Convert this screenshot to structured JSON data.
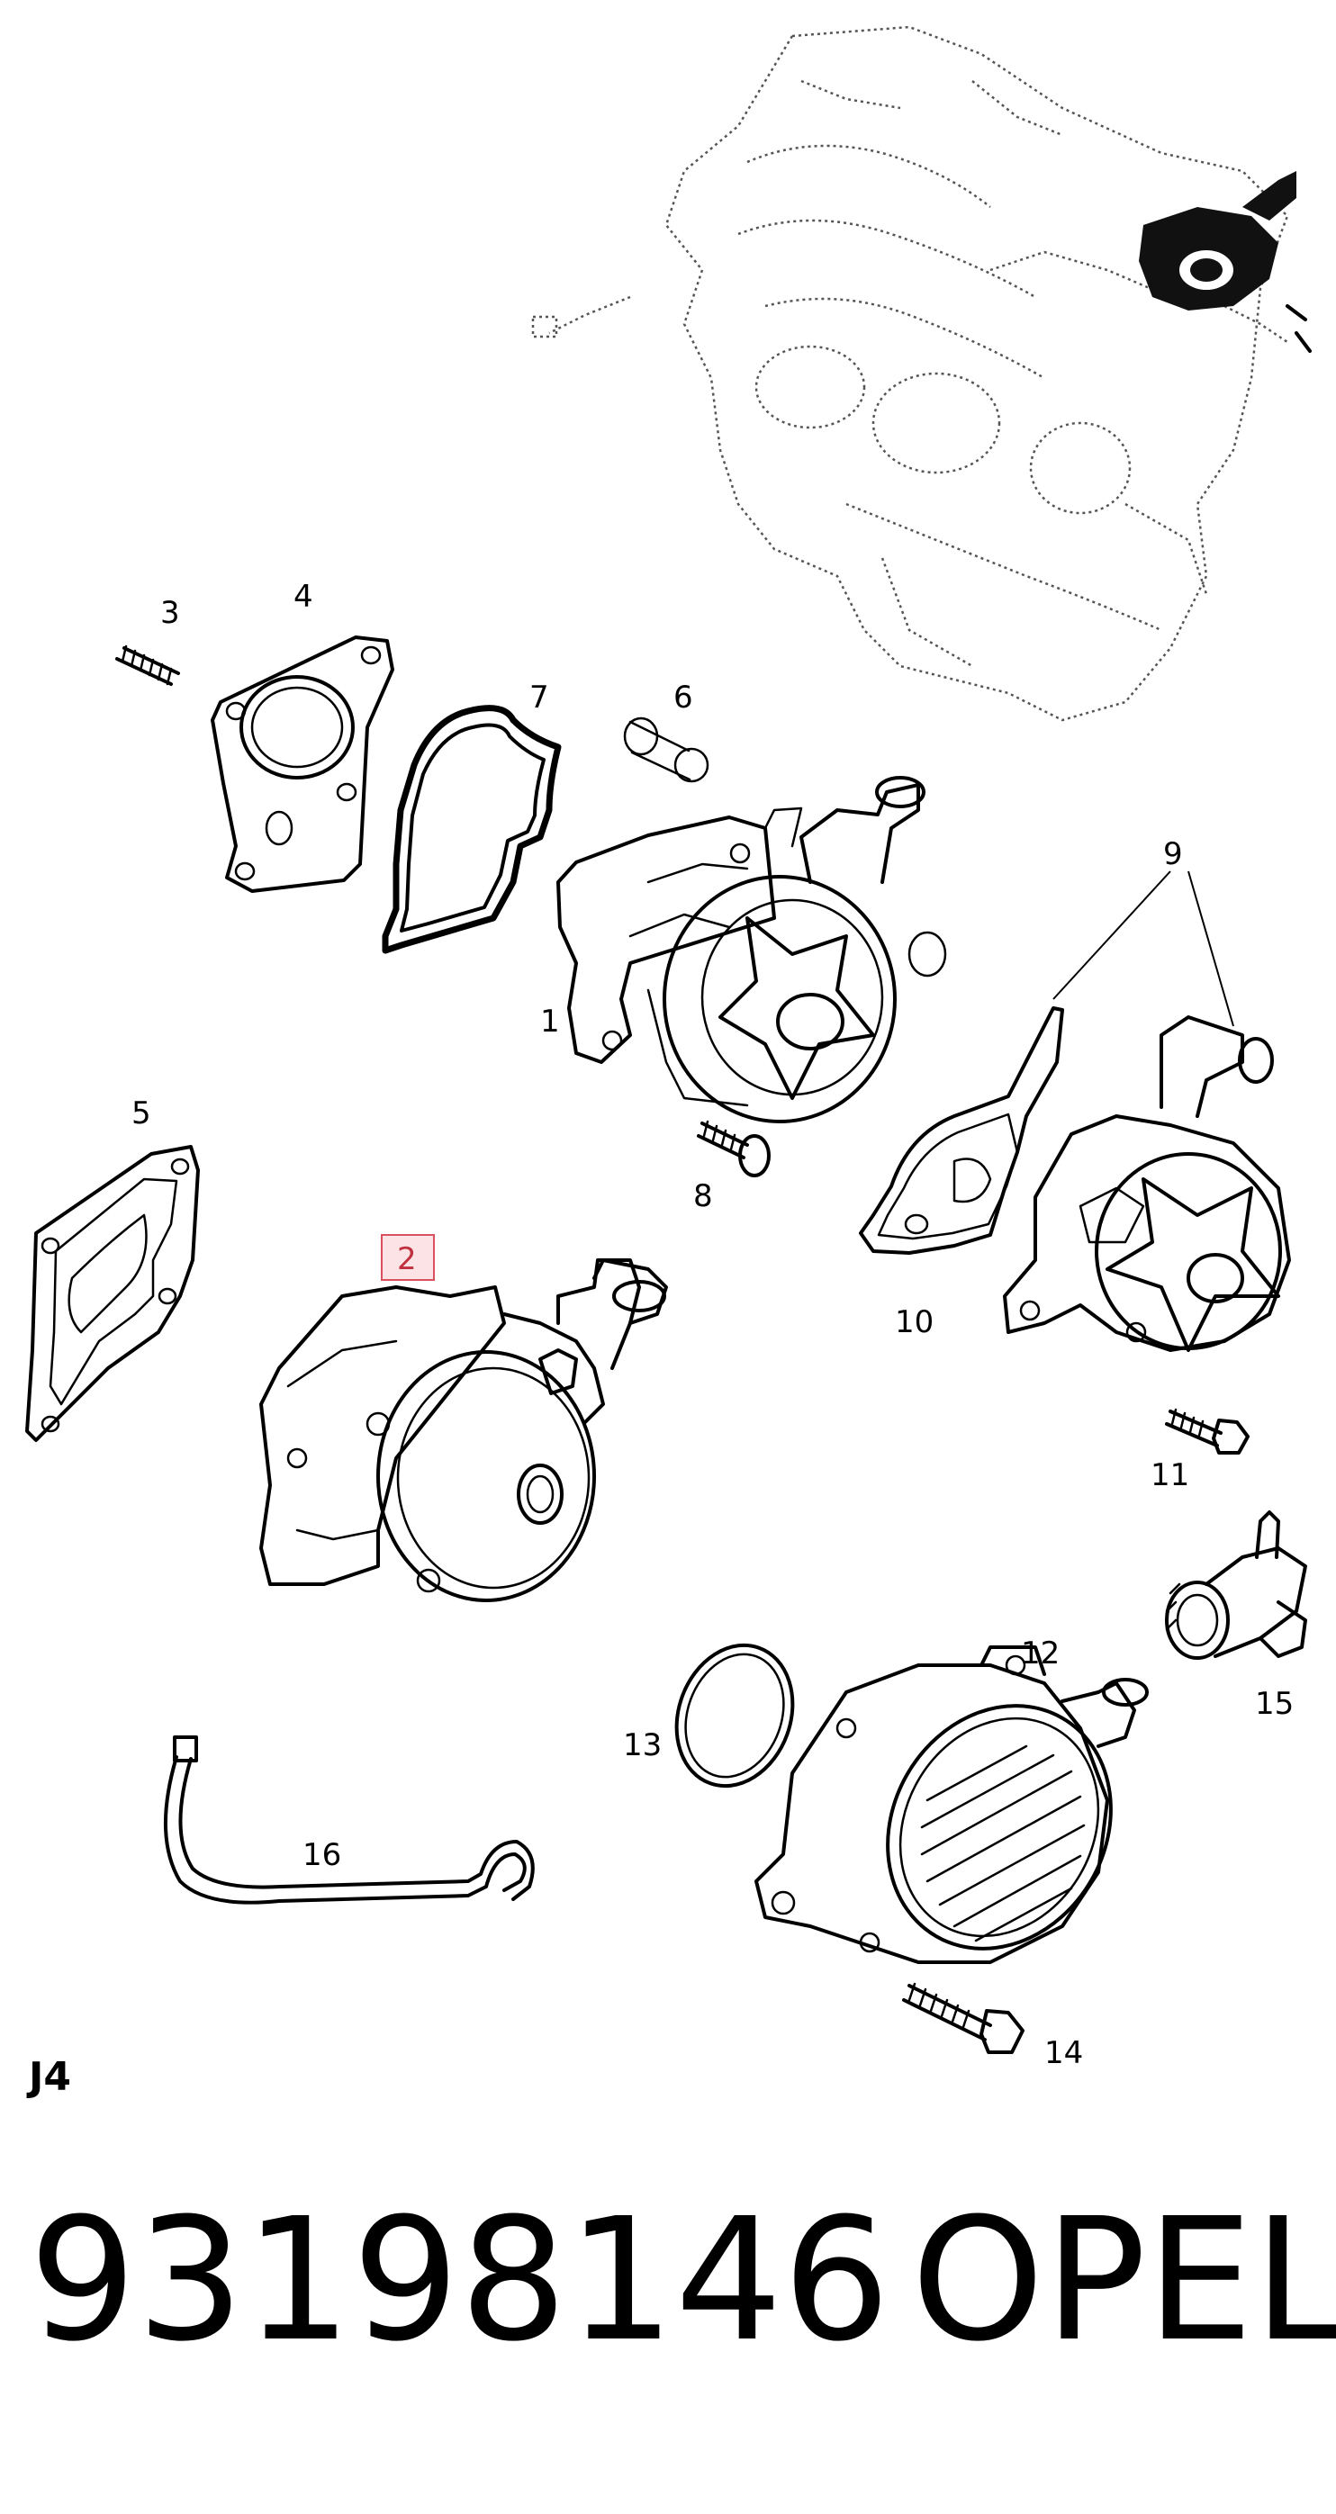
{
  "diagram": {
    "section_code": "J4",
    "callouts": [
      "1",
      "2",
      "3",
      "4",
      "5",
      "6",
      "7",
      "8",
      "9",
      "10",
      "11",
      "12",
      "13",
      "14",
      "15",
      "16"
    ],
    "highlighted_callout": "2"
  },
  "footer": {
    "part_number": "93198146",
    "brand": "OPEL"
  }
}
